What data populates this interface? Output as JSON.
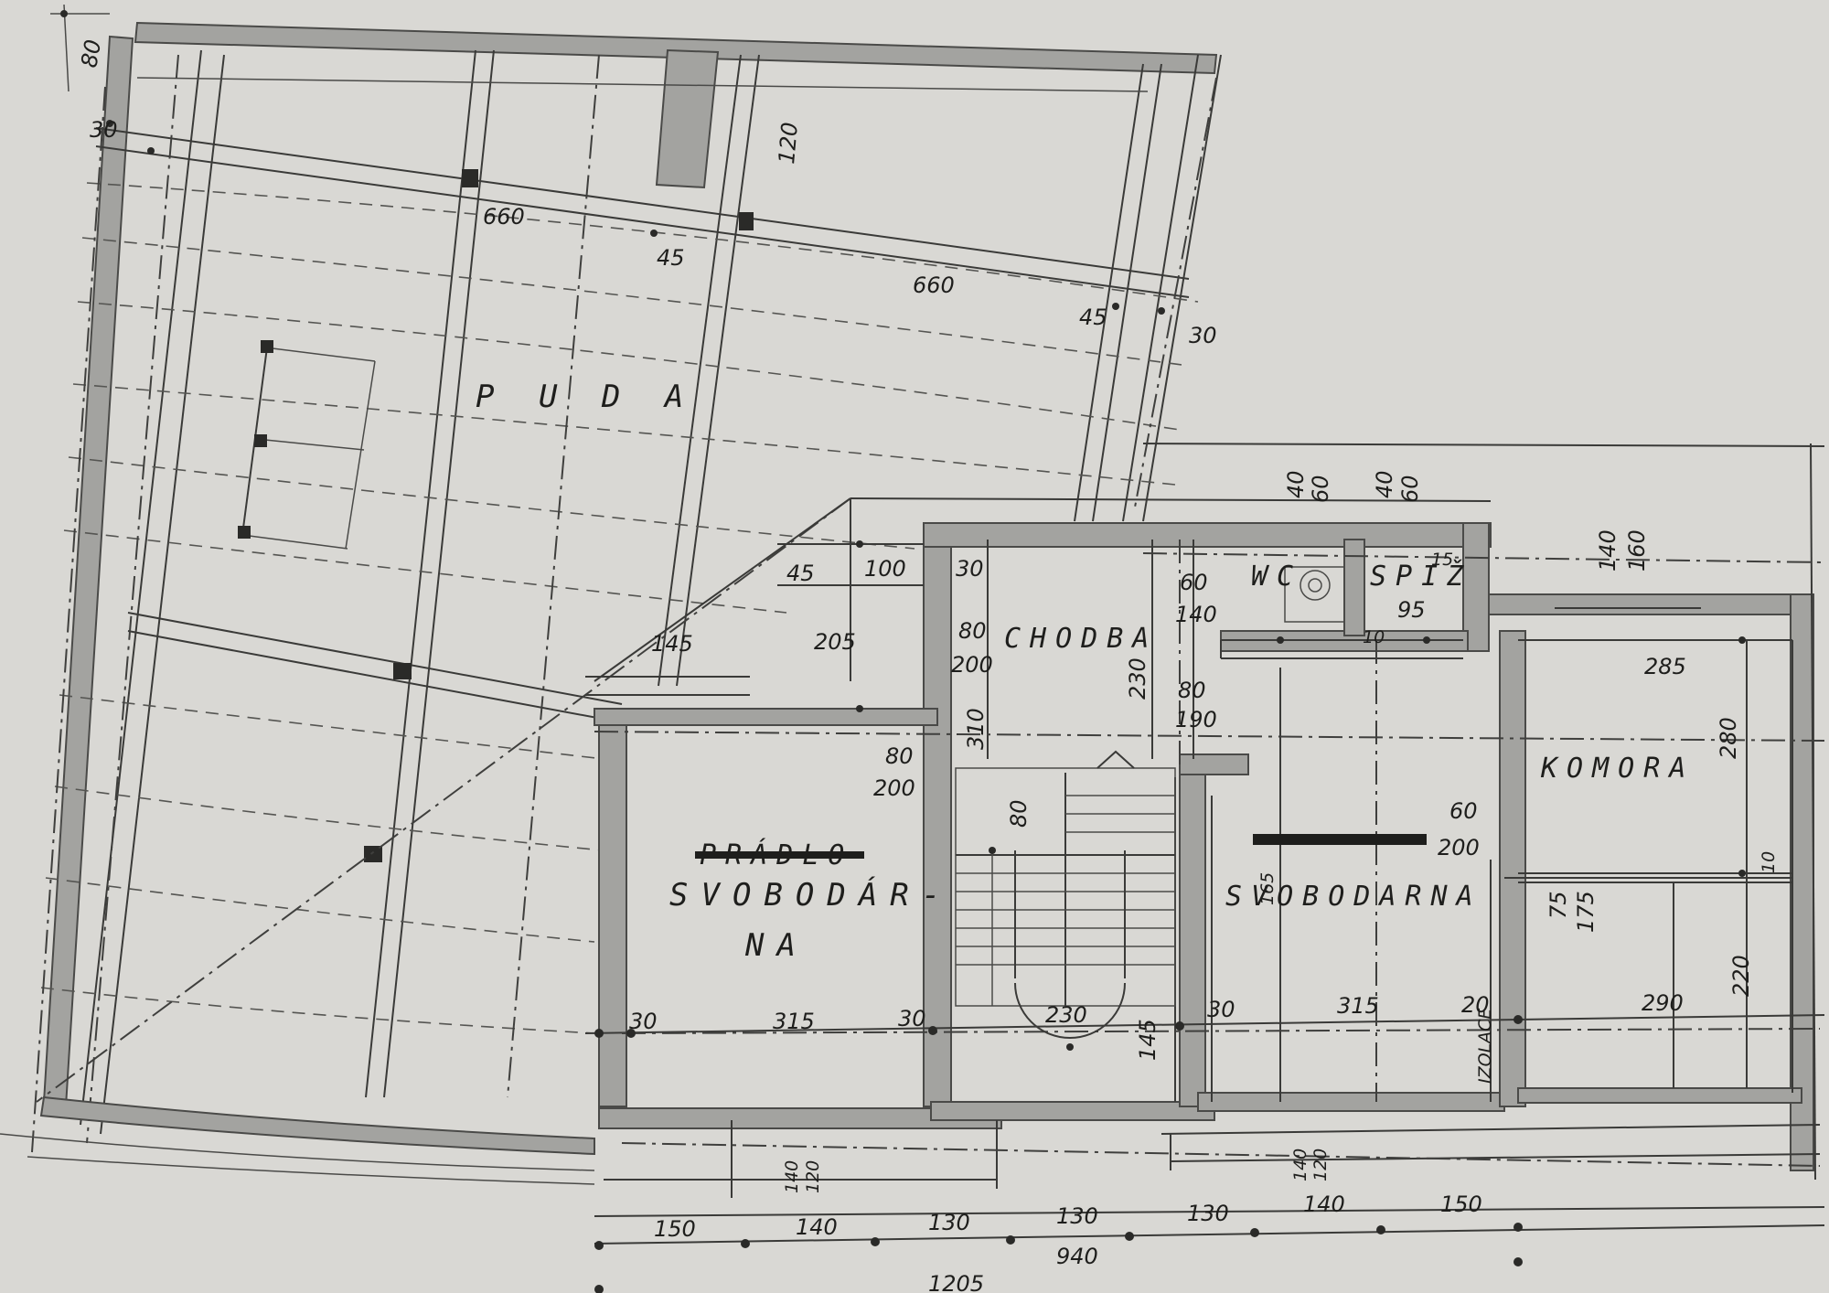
{
  "rooms": {
    "puda": "P U D A",
    "chodba": "CHODBA",
    "wc": "WC",
    "spiz": "SPIŽ",
    "komora": "KOMORA",
    "svobodarna_left_1": "SVOBODÁR-",
    "svobodarna_left_2": "NA",
    "svobodarna_right": "SVOBODARNA",
    "svobodarna_crossed": "PRÁDLO",
    "izolace": "IZOLACE"
  },
  "dimensions": {
    "top_80": "80",
    "top_30": "30",
    "d120_top": "120",
    "d660_a": "660",
    "d45_a": "45",
    "d660_b": "660",
    "d45_b": "45",
    "d30_b": "30",
    "d45_c": "45",
    "d100": "100",
    "d30_c": "30",
    "d145": "145",
    "d205": "205",
    "d80_a": "80",
    "d200_a": "200",
    "d230_v": "230",
    "d310": "310",
    "d80_b": "80",
    "d200_b": "200",
    "d80_stair": "80",
    "d60_wc": "60",
    "d140_wc": "140",
    "d40_a": "40",
    "d60_a": "60",
    "d40_b": "40",
    "d60_b": "60",
    "d95": "95",
    "d15": "15",
    "d10": "10",
    "d80_c": "80",
    "d190": "190",
    "d140_k": "140",
    "d160_k": "160",
    "d285": "285",
    "d280": "280",
    "d60_r": "60",
    "d200_r": "200",
    "d165": "165",
    "d75": "75",
    "d175": "175",
    "d10_b": "10",
    "d30_l1": "30",
    "d315_a": "315",
    "d30_l2": "30",
    "d230_stair": "230",
    "d145_b": "145",
    "d30_l3": "30",
    "d315_b": "315",
    "d20": "20",
    "d290": "290",
    "d220": "220",
    "d140_bot": "140",
    "d120_bot": "120",
    "d140_bot2": "140",
    "d120_bot2": "120",
    "b150_a": "150",
    "b140_a": "140",
    "b130_a": "130",
    "b130_b": "130",
    "b130_c": "130",
    "b140_b": "140",
    "b150_b": "150",
    "total_940": "940",
    "total_1205": "1205"
  }
}
